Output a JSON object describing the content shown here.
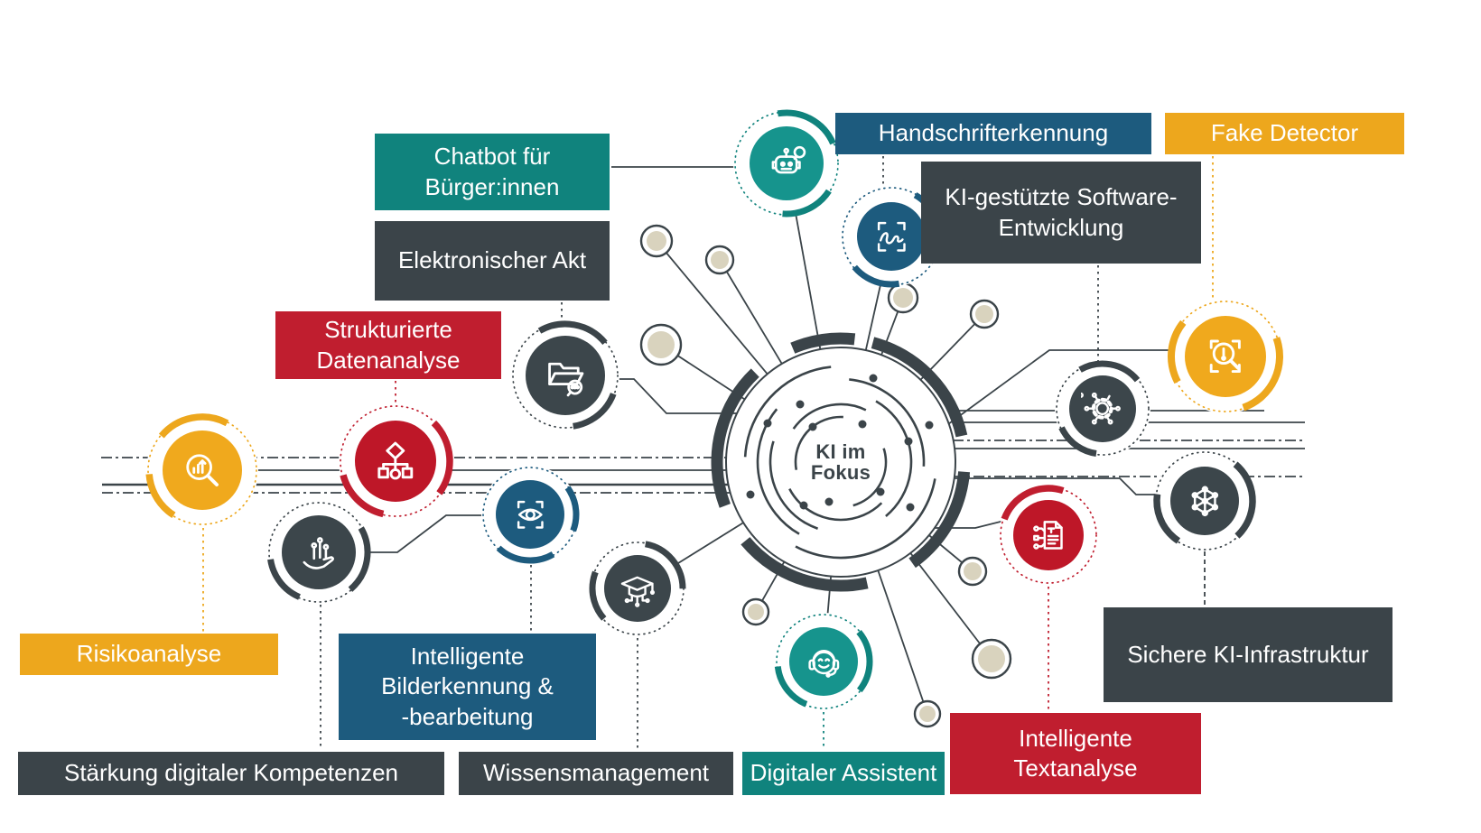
{
  "title": "KI im Fokus",
  "hub": {
    "title": "KI im\nFokus"
  },
  "labels": {
    "chatbot": {
      "text": "Chatbot für\nBürger:innen",
      "color": "teal"
    },
    "elektronischer_akt": {
      "text": "Elektronischer Akt",
      "color": "dark"
    },
    "strukturierte": {
      "text": "Strukturierte\nDatenanalyse",
      "color": "red"
    },
    "handschrift": {
      "text": "Handschrifterkennung",
      "color": "navy"
    },
    "fake_detector": {
      "text": "Fake Detector",
      "color": "amber"
    },
    "ki_software": {
      "text": "KI-gestützte Software-\nEntwicklung",
      "color": "dark"
    },
    "risikoanalyse": {
      "text": "Risikoanalyse",
      "color": "amber"
    },
    "bilderkennung": {
      "text": "Intelligente\nBilderkennung &\n-bearbeitung",
      "color": "navy"
    },
    "staerkung": {
      "text": "Stärkung digitaler Kompetenzen",
      "color": "dark"
    },
    "wissensmanagement": {
      "text": "Wissensmanagement",
      "color": "dark"
    },
    "digitaler_assistent": {
      "text": "Digitaler Assistent",
      "color": "teal"
    },
    "textanalyse": {
      "text": "Intelligente\nTextanalyse",
      "color": "red"
    },
    "sichere_ki": {
      "text": "Sichere KI-Infrastruktur",
      "color": "dark"
    }
  },
  "icons": [
    {
      "name": "chatbot-icon",
      "color": "teal"
    },
    {
      "name": "handwriting-recognition-icon",
      "color": "navy"
    },
    {
      "name": "electronic-file-folder-icon",
      "color": "dark"
    },
    {
      "name": "flowchart-data-icon",
      "color": "red"
    },
    {
      "name": "risk-chart-magnifier-icon",
      "color": "amber"
    },
    {
      "name": "hand-circuit-icon",
      "color": "dark"
    },
    {
      "name": "image-recognition-eye-icon",
      "color": "navy"
    },
    {
      "name": "digital-competence-graduation-icon",
      "color": "dark"
    },
    {
      "name": "assistant-headset-icon",
      "color": "teal"
    },
    {
      "name": "text-analysis-document-icon",
      "color": "red"
    },
    {
      "name": "software-gear-icon",
      "color": "dark"
    },
    {
      "name": "fake-detector-magnifier-icon",
      "color": "amber"
    },
    {
      "name": "ki-infrastructure-network-icon",
      "color": "dark"
    }
  ],
  "colors": {
    "teal": "#10837D",
    "navy": "#1D5B7E",
    "dark": "#3B4449",
    "red": "#C01E2F",
    "amber": "#EDA71D",
    "line": "#3B4449",
    "node_fill": "#D9D3BE",
    "boxtext": "#FFFFFF",
    "hubtext": "#3B4449",
    "background": "#FFFFFF"
  }
}
